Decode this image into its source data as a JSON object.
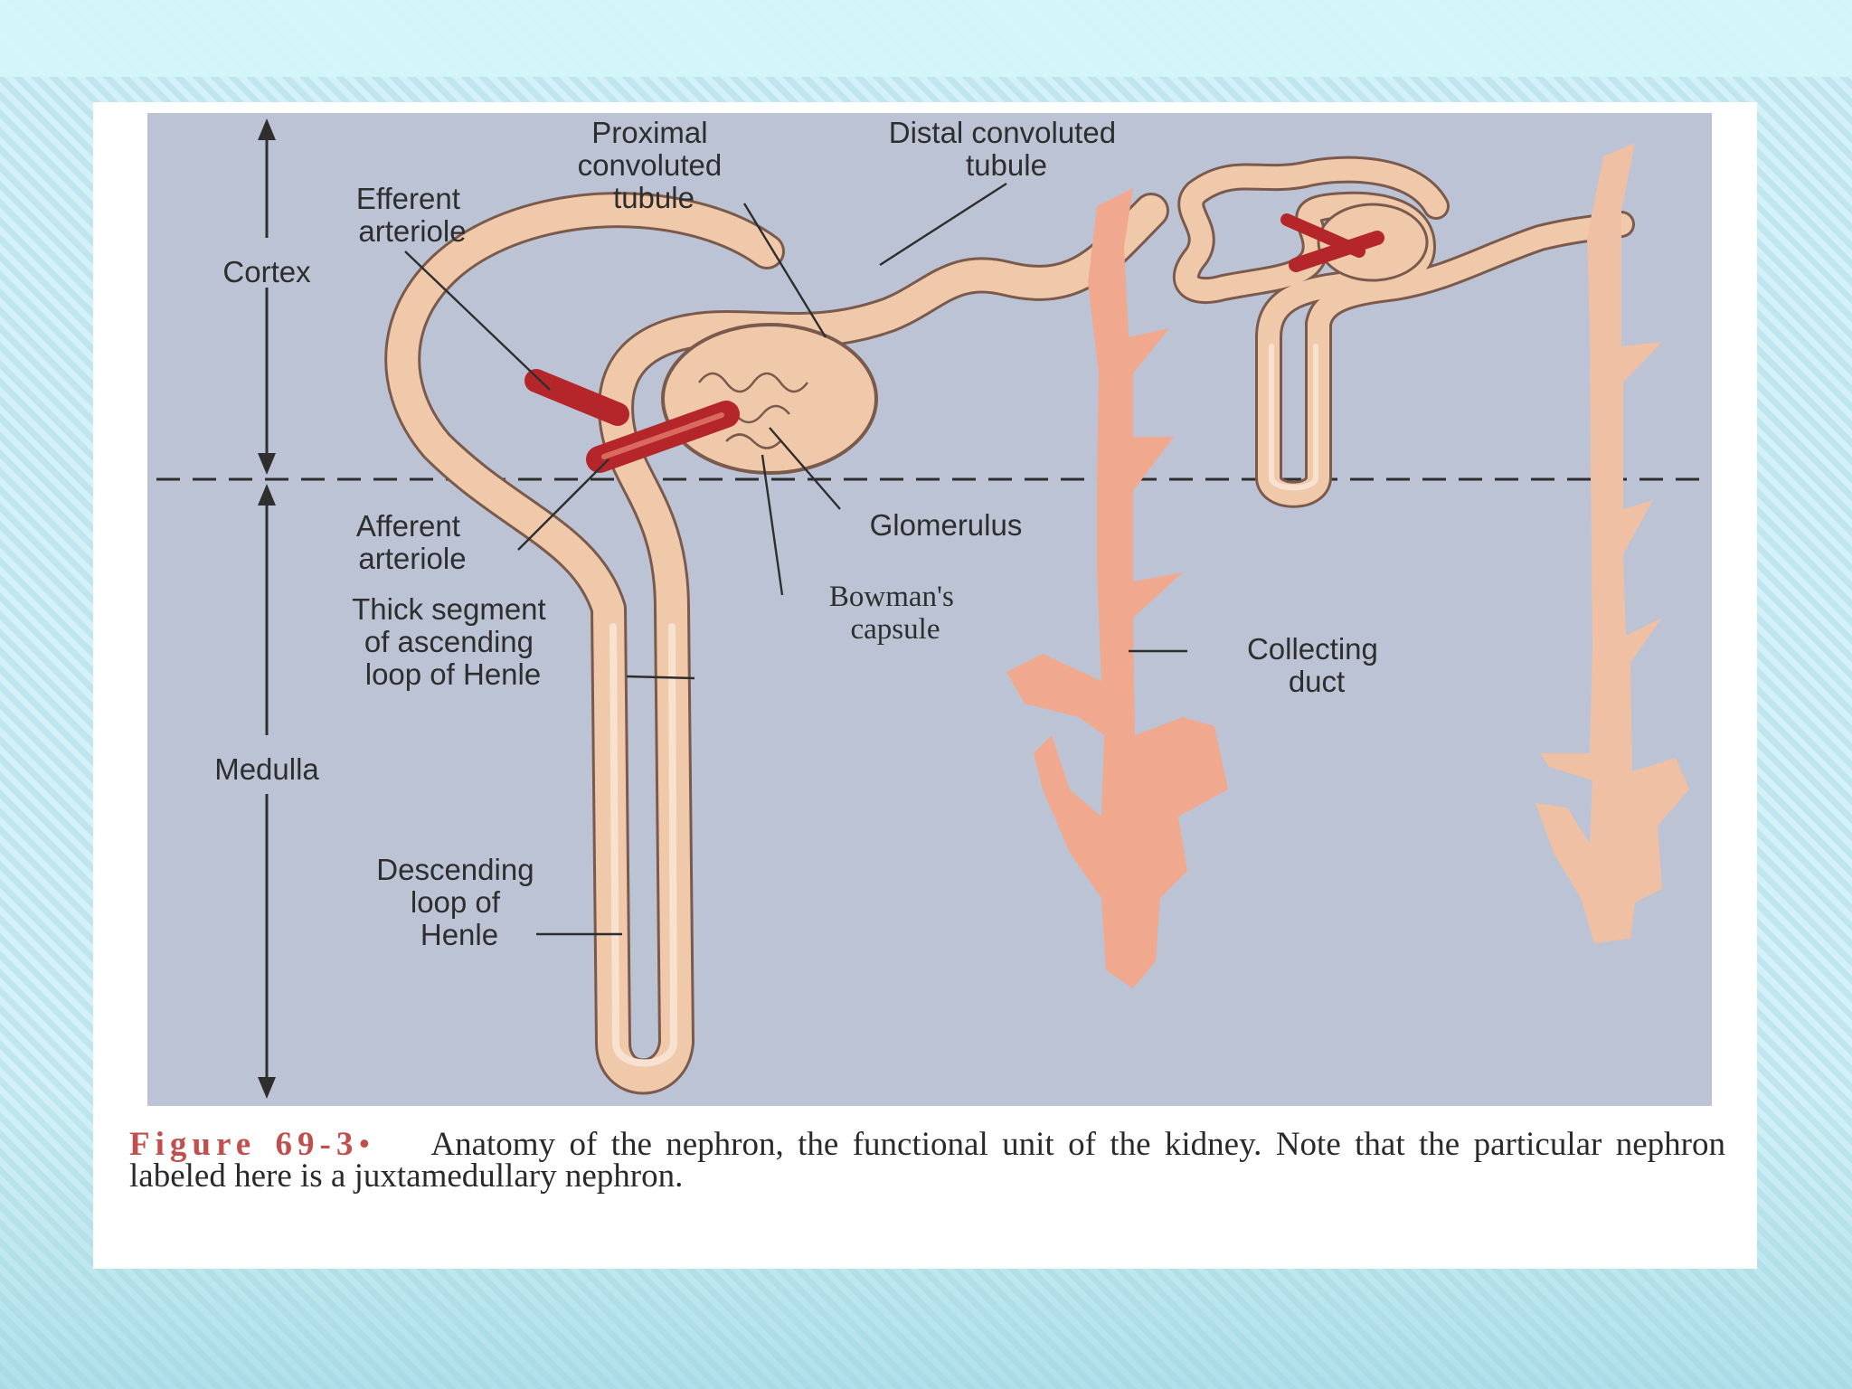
{
  "colors": {
    "slide_background": "#cdeff4",
    "diagram_background": "#bcc3d4",
    "tubule_fill": "#efc9aa",
    "tubule_outline": "#7a5a4c",
    "collecting_duct": "#f0a98e",
    "arteriole": "#b5262a",
    "figure_number": "#c0504d"
  },
  "regions": {
    "cortex": "Cortex",
    "medulla": "Medulla"
  },
  "labels": {
    "proximal": [
      "Proximal",
      "convoluted",
      "tubule"
    ],
    "distal": [
      "Distal convoluted",
      "tubule"
    ],
    "efferent": [
      "Efferent",
      "arteriole"
    ],
    "afferent": [
      "Afferent",
      "arteriole"
    ],
    "thick_segment": [
      "Thick segment",
      "of ascending",
      "loop of Henle"
    ],
    "descending": [
      "Descending",
      "loop of",
      "Henle"
    ],
    "glomerulus": "Glomerulus",
    "bowmans": [
      "Bowman's",
      "capsule"
    ],
    "collecting_duct": [
      "Collecting",
      "duct"
    ]
  },
  "caption": {
    "figure_number": "Figure 69-3",
    "separator": "•",
    "text": "Anatomy of the nephron, the functional unit of the kidney. Note that the particular nephron labeled here is a juxtamedullary nephron."
  }
}
